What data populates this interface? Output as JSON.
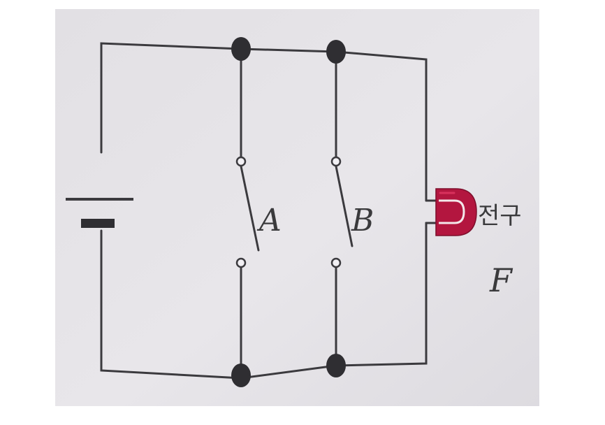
{
  "diagram": {
    "switch_a_label": "A",
    "switch_b_label": "B",
    "bulb_label": "전구",
    "bulb_name": "F"
  },
  "colors": {
    "paper": "#e4e2e6",
    "wire": "#3b3a3e",
    "node": "#2f2e32",
    "bulb": "#b3163f",
    "bulb_highlight": "#d8315c"
  }
}
